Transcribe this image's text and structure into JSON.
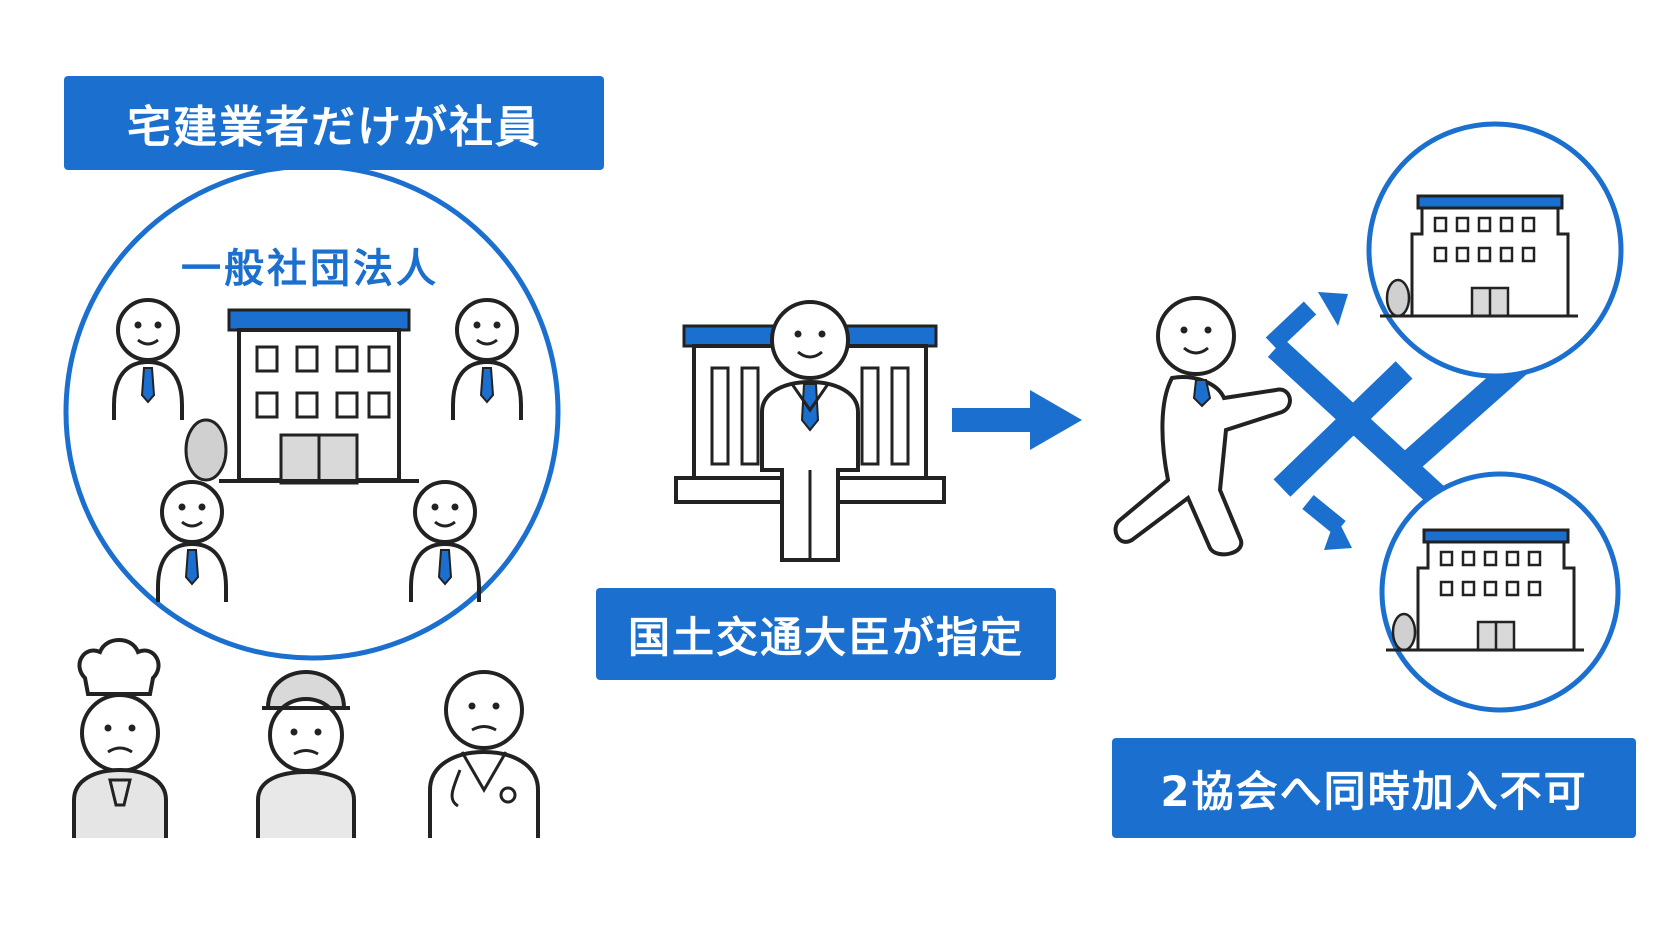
{
  "labels": {
    "members_only": "宅建業者だけが社員",
    "designated": "国土交通大臣が指定",
    "no_dual": "2協会へ同時加入不可"
  },
  "circle_title": "一般社団法人",
  "colors": {
    "accent": "#1a6fcf",
    "line": "#222222",
    "gray": "#cfcfcf"
  },
  "icons": [
    "office-building-icon",
    "government-building-icon",
    "walking-person-icon",
    "cross-mark-icon",
    "arrow-right-icon",
    "chef-icon",
    "worker-icon",
    "doctor-icon"
  ]
}
